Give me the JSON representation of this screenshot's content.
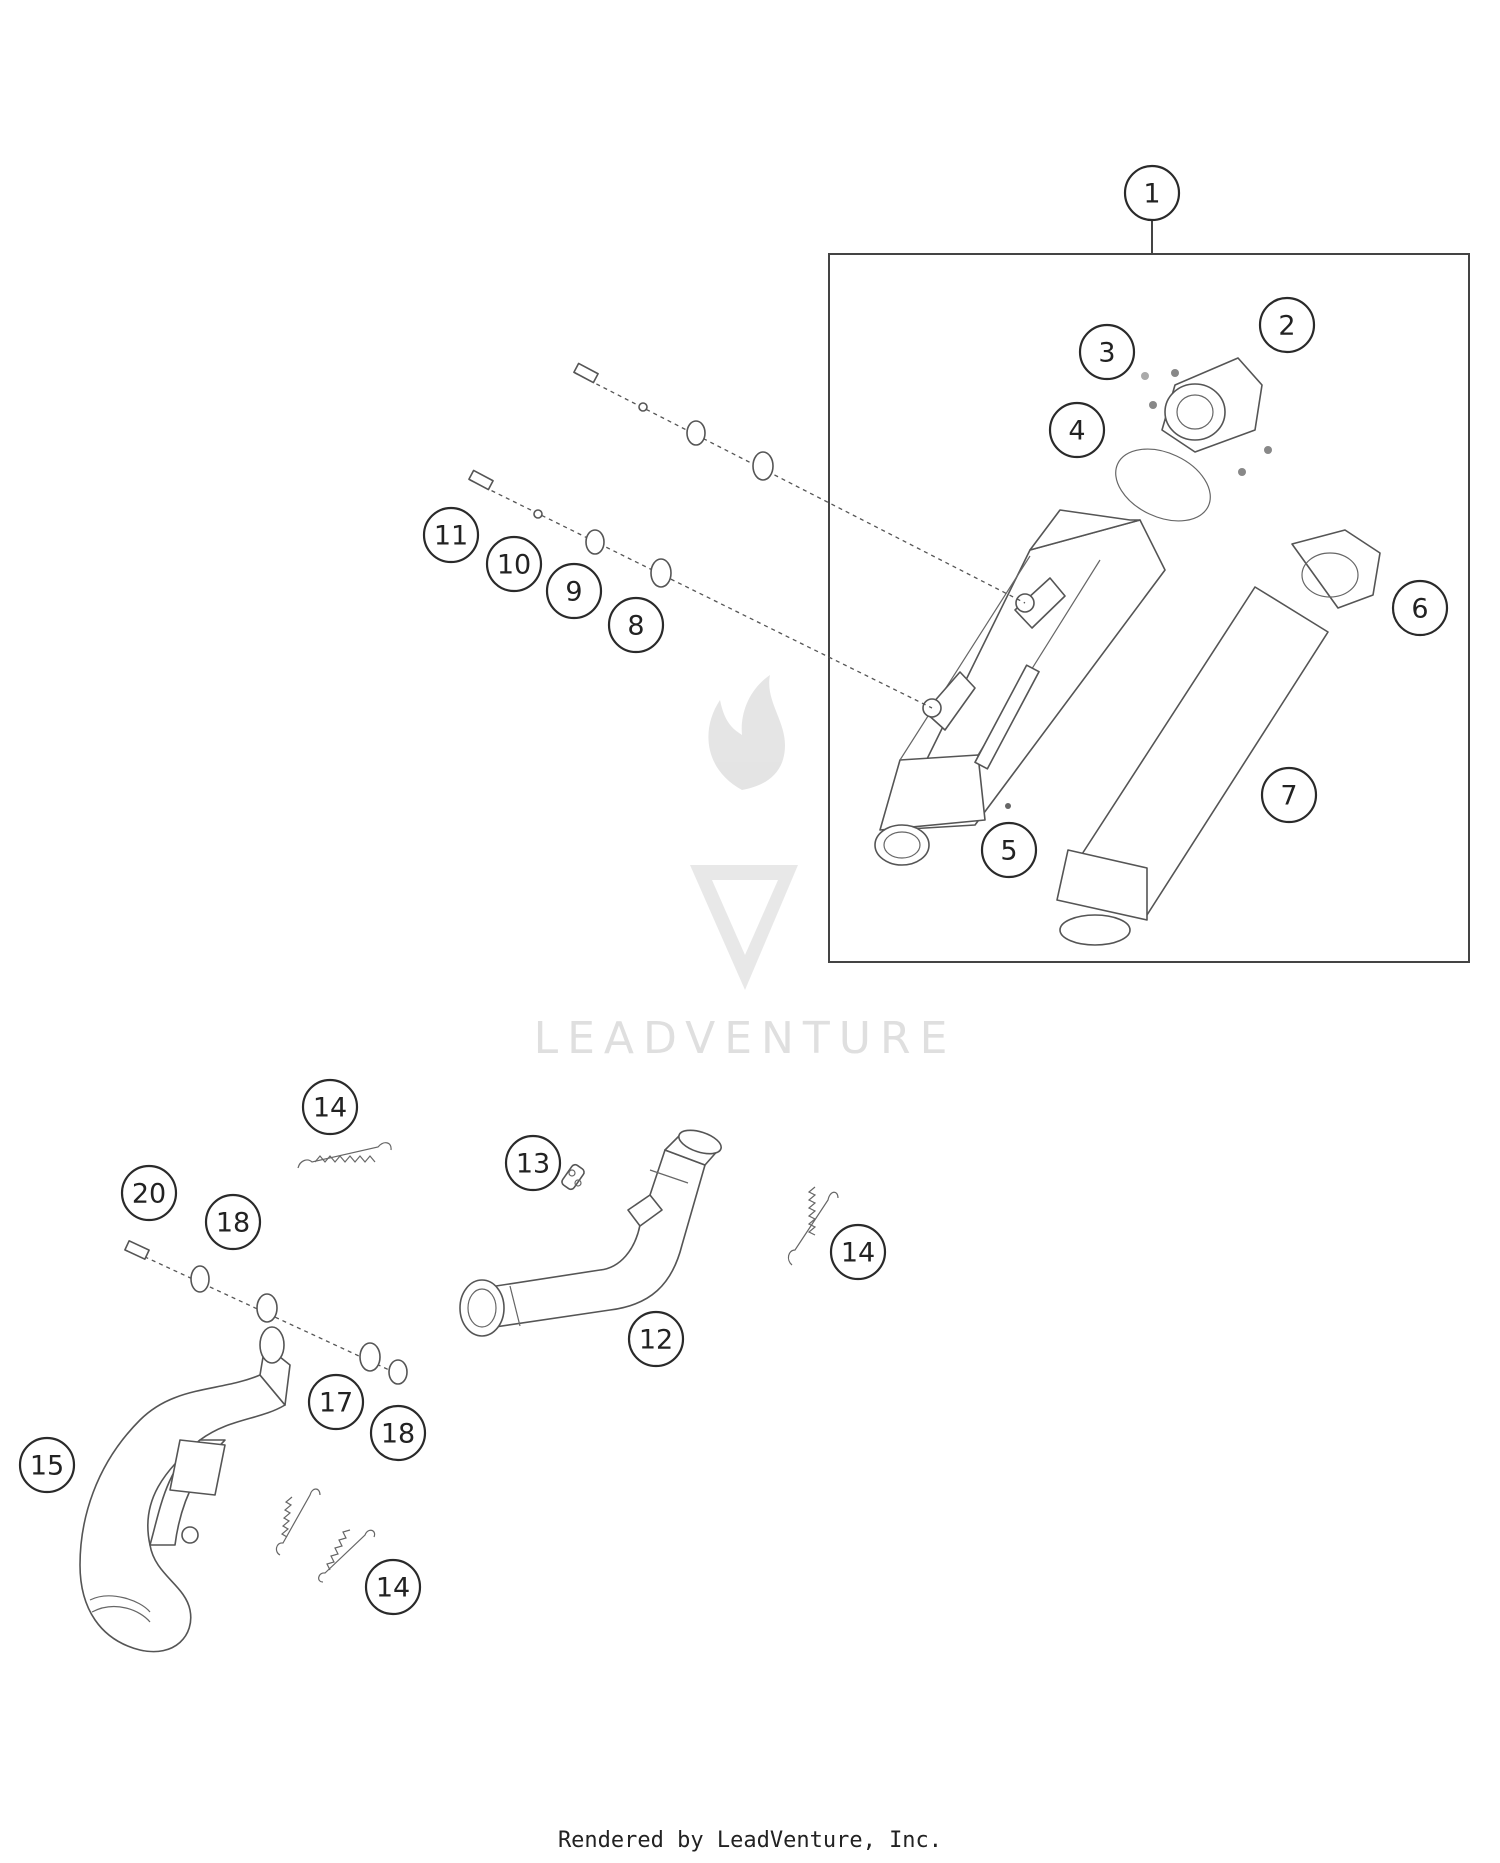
{
  "watermark": {
    "brand": "LEADVENTURE"
  },
  "callouts": [
    {
      "id": "c1",
      "label": "1"
    },
    {
      "id": "c2",
      "label": "2"
    },
    {
      "id": "c3",
      "label": "3"
    },
    {
      "id": "c4",
      "label": "4"
    },
    {
      "id": "c5",
      "label": "5"
    },
    {
      "id": "c6",
      "label": "6"
    },
    {
      "id": "c7",
      "label": "7"
    },
    {
      "id": "c8",
      "label": "8"
    },
    {
      "id": "c9",
      "label": "9"
    },
    {
      "id": "c10",
      "label": "10"
    },
    {
      "id": "c11",
      "label": "11"
    },
    {
      "id": "c12",
      "label": "12"
    },
    {
      "id": "c13",
      "label": "13"
    },
    {
      "id": "c14a",
      "label": "14"
    },
    {
      "id": "c14b",
      "label": "14"
    },
    {
      "id": "c14c",
      "label": "14"
    },
    {
      "id": "c15",
      "label": "15"
    },
    {
      "id": "c17",
      "label": "17"
    },
    {
      "id": "c18a",
      "label": "18"
    },
    {
      "id": "c18b",
      "label": "18"
    },
    {
      "id": "c20",
      "label": "20"
    }
  ],
  "footer": {
    "text": "Rendered by LeadVenture, Inc."
  }
}
